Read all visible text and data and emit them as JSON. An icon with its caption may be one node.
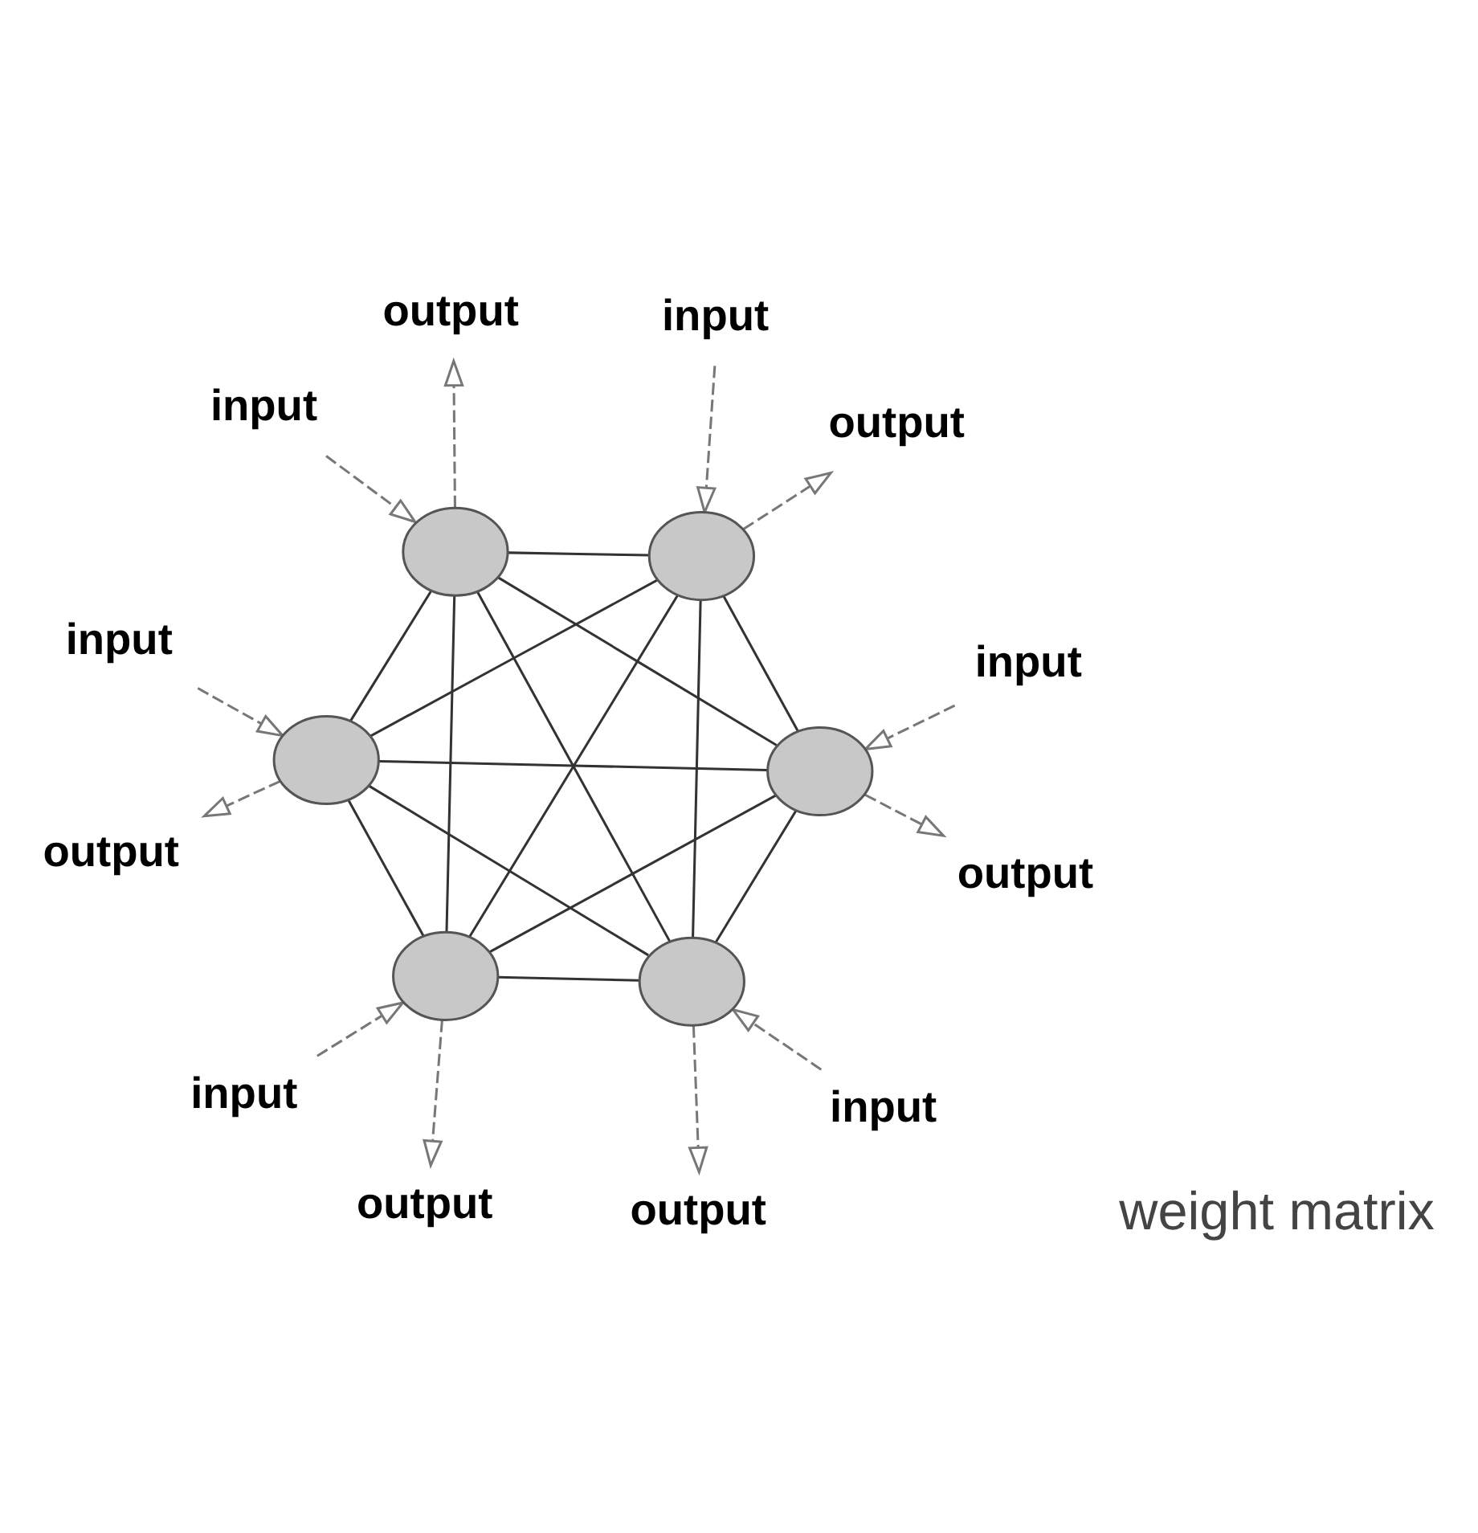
{
  "diagram": {
    "nodes": [
      {
        "text": [
          "input"
        ]
      },
      {
        "text": [
          "output"
        ]
      },
      {
        "text": [
          "output"
        ]
      },
      {
        "text": [
          "input"
        ]
      },
      {
        "text": [],
        "shape": "circle"
      },
      {
        "text": [],
        "shape": "circle"
      },
      {
        "text": [
          "input"
        ]
      },
      {
        "text": [
          "input"
        ]
      },
      {
        "text": [],
        "shape": "circle"
      },
      {
        "text": [],
        "shape": "circle"
      },
      {
        "text": [
          "output"
        ]
      },
      {
        "text": [
          "output"
        ]
      },
      {
        "text": [],
        "shape": "circle"
      },
      {
        "text": [],
        "shape": "circle"
      },
      {
        "text": [
          "input"
        ]
      },
      {
        "text": [
          "output"
        ]
      },
      {
        "text": [
          "output"
        ]
      },
      {
        "text": [
          "input"
        ]
      }
    ],
    "edges": [
      {
        "from": 4,
        "to": 5,
        "arrow": "none"
      },
      {
        "from": 4,
        "to": 8,
        "arrow": "none"
      },
      {
        "from": 4,
        "to": 9,
        "arrow": "none"
      },
      {
        "from": 4,
        "to": 12,
        "arrow": "none"
      },
      {
        "from": 4,
        "to": 13,
        "arrow": "none"
      },
      {
        "from": 5,
        "to": 8,
        "arrow": "none"
      },
      {
        "from": 5,
        "to": 9,
        "arrow": "none"
      },
      {
        "from": 5,
        "to": 12,
        "arrow": "none"
      },
      {
        "from": 5,
        "to": 13,
        "arrow": "none"
      },
      {
        "from": 8,
        "to": 9,
        "arrow": "none"
      },
      {
        "from": 8,
        "to": 12,
        "arrow": "none"
      },
      {
        "from": 8,
        "to": 13,
        "arrow": "none"
      },
      {
        "from": 9,
        "to": 12,
        "arrow": "none"
      },
      {
        "from": 9,
        "to": 13,
        "arrow": "none"
      },
      {
        "from": 12,
        "to": 13,
        "arrow": "none"
      },
      {
        "from": 0,
        "to": 4,
        "arrow": "to",
        "style": "dashed"
      },
      {
        "from": 4,
        "to": 1,
        "arrow": "to",
        "style": "dashed"
      },
      {
        "from": 5,
        "to": 2,
        "arrow": "to",
        "style": "dashed"
      },
      {
        "from": 3,
        "to": 5,
        "arrow": "to",
        "style": "dashed"
      },
      {
        "from": 6,
        "to": 8,
        "arrow": "to",
        "style": "dashed"
      },
      {
        "from": 8,
        "to": 10,
        "arrow": "to",
        "style": "dashed"
      },
      {
        "from": 7,
        "to": 9,
        "arrow": "to",
        "style": "dashed"
      },
      {
        "from": 9,
        "to": 11,
        "arrow": "to",
        "style": "dashed"
      },
      {
        "from": 14,
        "to": 12,
        "arrow": "to",
        "style": "dashed"
      },
      {
        "from": 12,
        "to": 15,
        "arrow": "to",
        "style": "dashed"
      },
      {
        "from": 13,
        "to": 16,
        "arrow": "to",
        "style": "dashed"
      },
      {
        "from": 17,
        "to": 13,
        "arrow": "to",
        "style": "dashed"
      }
    ],
    "labels": [
      "weight matrix"
    ]
  }
}
